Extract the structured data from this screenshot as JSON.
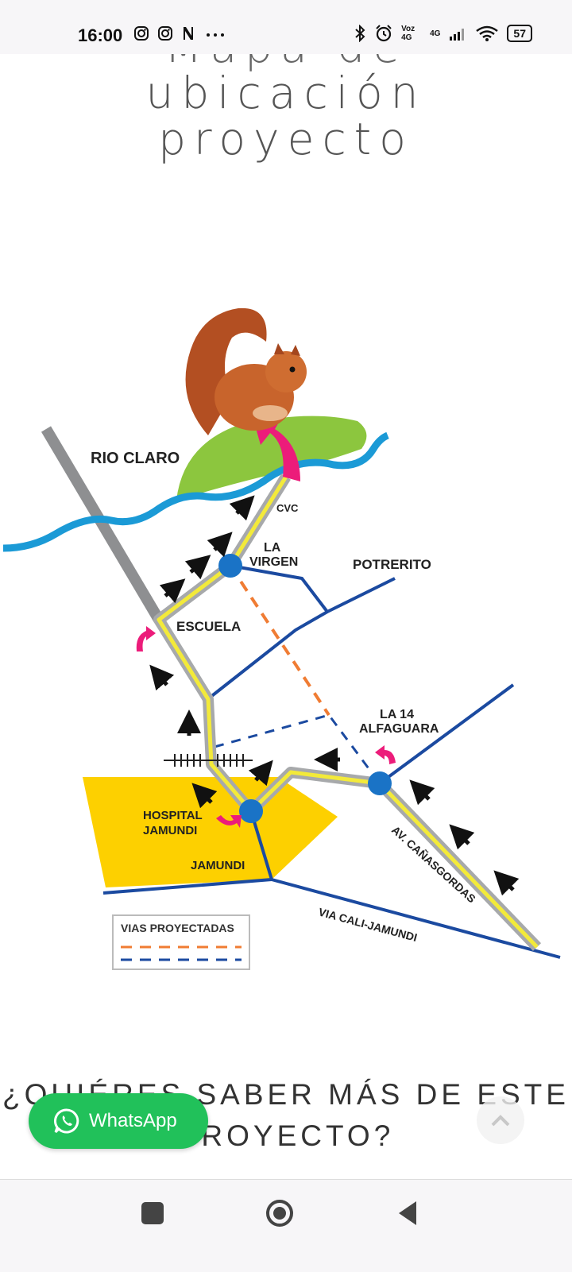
{
  "status_bar": {
    "time": "16:00",
    "left_icons": [
      "instagram-icon",
      "instagram-icon",
      "notion-icon",
      "more-dots-icon"
    ],
    "right_icons": [
      "bluetooth-icon",
      "alarm-icon",
      "volte-icon",
      "signal-icon",
      "wifi-icon"
    ],
    "volte_label": "Voz 4G",
    "network_label": "4G",
    "battery": "57"
  },
  "heading": {
    "line1": "Mapa de",
    "line2": "ubicación",
    "line3": "proyecto"
  },
  "map": {
    "labels": {
      "rio_claro": "RIO CLARO",
      "cvc": "CVC",
      "la_virgen": "LA VIRGEN",
      "la_virgen_1": "LA",
      "la_virgen_2": "VIRGEN",
      "potrerito": "POTRERITO",
      "escuela": "ESCUELA",
      "la14_1": "LA 14",
      "la14_2": "ALFAGUARA",
      "hospital_1": "HOSPITAL",
      "hospital_2": "JAMUNDI",
      "jamundi": "JAMUNDI",
      "canasgordas": "AV. CAÑASGORDAS",
      "cali_jamundi": "VIA CALI-JAMUNDI",
      "legend_title": "VIAS PROYECTADAS"
    },
    "colors": {
      "river": "#1b9ad6",
      "green_area": "#8cc63e",
      "yellow_area": "#fdd000",
      "main_road_outer": "#a7a9ab",
      "main_road_inner": "#f3ea3a",
      "blue_road": "#1b4aa0",
      "node": "#1a73c6",
      "magenta": "#ec1c7a",
      "orange_dash": "#f07c33"
    }
  },
  "cta": {
    "line1": "¿QUIÉRES SABER MÁS DE ESTE",
    "line2": "PROYECTO?"
  },
  "whatsapp": {
    "label": "WhatsApp",
    "color": "#21c15a"
  },
  "nav": {
    "buttons": [
      "recents-square-icon",
      "home-circle-icon",
      "back-triangle-icon"
    ]
  }
}
